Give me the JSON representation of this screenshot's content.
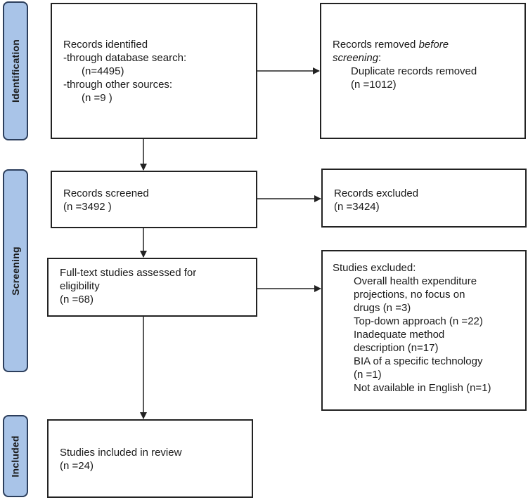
{
  "phases": {
    "identification": "Identification",
    "screening": "Screening",
    "included": "Included"
  },
  "records_identified": {
    "title": "Records identified",
    "db_label": "-through database search:",
    "db_count": "(n=4495)",
    "other_label": "-through other sources:",
    "other_count": "(n =9 )"
  },
  "records_removed": {
    "title_plain": "Records removed ",
    "title_italic_1": "before",
    "title_italic_2": "screening",
    "title_colon": ":",
    "detail": "Duplicate records removed",
    "count": "(n =1012)"
  },
  "records_screened": {
    "title": "Records screened",
    "count": "(n =3492 )"
  },
  "records_excluded": {
    "title": "Records excluded",
    "count": "(n =3424)"
  },
  "fulltext_assessed": {
    "line1": "Full-text studies assessed for",
    "line2": "eligibility",
    "count": "(n =68)"
  },
  "studies_excluded": {
    "title": "Studies excluded:",
    "reasons": [
      "Overall health expenditure",
      "projections, no focus on",
      "drugs (n =3)",
      "Top-down approach (n =22)",
      "Inadequate method",
      "description (n=17)",
      "BIA of a specific technology",
      "(n =1)",
      "Not available in English (n=1)"
    ]
  },
  "studies_included": {
    "title": "Studies included in review",
    "count": "(n =24)"
  },
  "colors": {
    "phase_fill": "#a9c4e8",
    "phase_border": "#2c3e5c",
    "box_border": "#222222"
  }
}
